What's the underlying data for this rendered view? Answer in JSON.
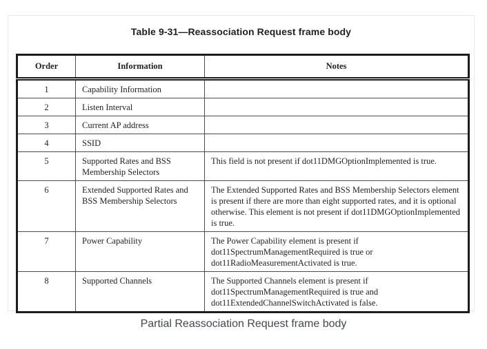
{
  "page": {
    "background_color": "#ffffff",
    "card_border_color": "#e9e9e9"
  },
  "table": {
    "title": "Table 9-31—Reassociation Request frame body",
    "border_color": "#1c1c1c",
    "grid_color": "#4a4a4a",
    "text_color": "#1f1f1f",
    "columns": [
      "Order",
      "Information",
      "Notes"
    ],
    "rows": [
      {
        "order": "1",
        "information": "Capability Information",
        "notes": ""
      },
      {
        "order": "2",
        "information": "Listen Interval",
        "notes": ""
      },
      {
        "order": "3",
        "information": "Current AP address",
        "notes": ""
      },
      {
        "order": "4",
        "information": "SSID",
        "notes": ""
      },
      {
        "order": "5",
        "information": "Supported Rates and BSS Membership Selectors",
        "notes": "This field is not present if dot11DMGOptionImplemented is true."
      },
      {
        "order": "6",
        "information": "Extended Supported Rates and BSS Membership Selectors",
        "notes": "The Extended Supported Rates and BSS Membership Selectors element is present if there are more than eight supported rates, and it is optional otherwise. This element is not present if dot11DMGOptionImplemented is true."
      },
      {
        "order": "7",
        "information": "Power Capability",
        "notes": "The Power Capability element is present if dot11SpectrumManagementRequired is true or dot11RadioMeasurementActivated is true."
      },
      {
        "order": "8",
        "information": "Supported Channels",
        "notes": "The Supported Channels element is present if dot11SpectrumManagementRequired is true and dot11ExtendedChannelSwitchActivated is false."
      }
    ]
  },
  "caption": {
    "text": "Partial Reassociation Request frame body",
    "color": "#42474c"
  }
}
